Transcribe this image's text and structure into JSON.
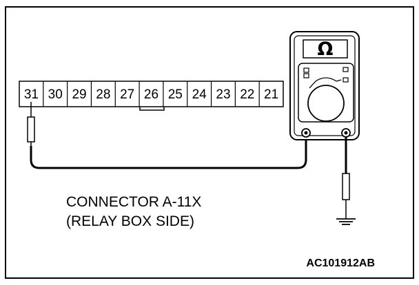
{
  "connector": {
    "pins": [
      "31",
      "30",
      "29",
      "28",
      "27",
      "26",
      "25",
      "24",
      "23",
      "22",
      "21"
    ]
  },
  "meter": {
    "function_symbol": "Ω"
  },
  "caption": {
    "line1": "CONNECTOR A-11X",
    "line2": "(RELAY BOX SIDE)"
  },
  "figure_code": "AC101912AB"
}
